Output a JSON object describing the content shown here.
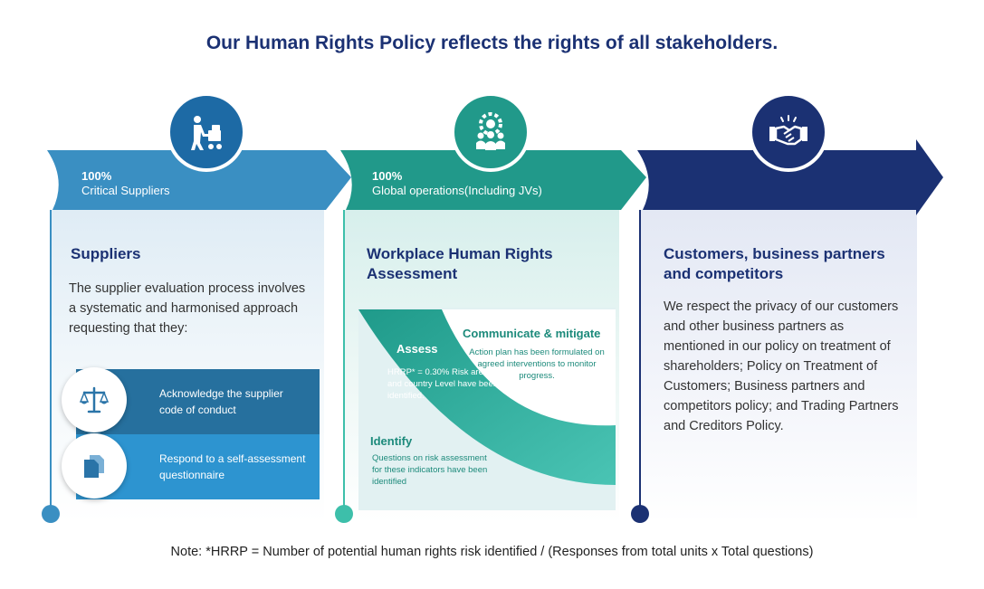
{
  "title": "Our Human Rights Policy reflects the rights of all stakeholders.",
  "columns": [
    {
      "percent": "100%",
      "scope": "Critical Suppliers",
      "heading": "Suppliers",
      "body": "The supplier evaluation process involves a systematic and harmonised approach requesting that they:",
      "items": [
        {
          "label": "Acknowledge the supplier code of conduct",
          "icon": "scales-icon"
        },
        {
          "label": "Respond to a self-assessment questionnaire",
          "icon": "documents-icon"
        }
      ],
      "icon": "worker-with-cart-icon",
      "color": "#3a8fc2"
    },
    {
      "percent": "100%",
      "scope": "Global operations(Including JVs)",
      "heading": "Workplace Human Rights Assessment",
      "stages": {
        "communicate": {
          "title": "Communicate & mitigate",
          "text": "Action plan has been formulated on agreed interventions to monitor progress."
        },
        "assess": {
          "title": "Assess",
          "text": "HRRP* = 0.30% Risk areas and country  Level have been identified."
        },
        "identify": {
          "title": "Identify",
          "text": "Questions on risk assessment for these indicators have been identified"
        }
      },
      "icon": "gear-people-icon",
      "color": "#21998a"
    },
    {
      "heading": "Customers, business partners and competitors",
      "body": "We respect the privacy of our customers and other business partners as mentioned in our policy on treatment of shareholders; Policy on Treatment of Customers; Business partners and competitors policy; and Trading Partners and Creditors Policy.",
      "icon": "handshake-icon",
      "color": "#1b3173"
    }
  ],
  "note": "Note: *HRRP = Number of potential human rights risk identified / (Responses from total units x Total questions)"
}
